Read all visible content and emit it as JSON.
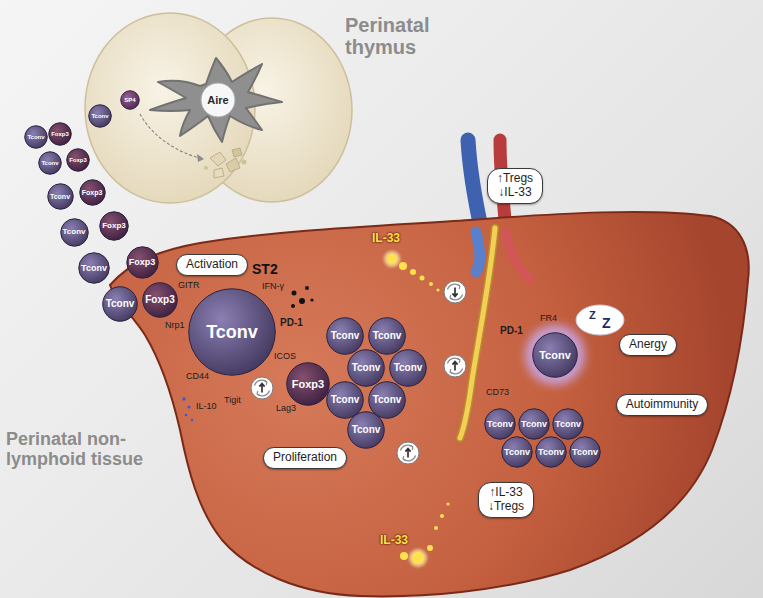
{
  "diagram": {
    "nodes": [
      {
        "text": [
          "Perinatal thymus"
        ]
      },
      {
        "text": [
          "Aire"
        ],
        "in": 0
      },
      {
        "text": [
          "SP4"
        ],
        "in": 0
      },
      {
        "text": [
          "Tconv"
        ],
        "in": 0
      },
      {
        "text": [
          "Tconv"
        ]
      },
      {
        "text": [
          "Foxp3"
        ]
      },
      {
        "text": [
          "Tconv"
        ]
      },
      {
        "text": [
          "Foxp3"
        ]
      },
      {
        "text": [
          "Tconv"
        ]
      },
      {
        "text": [
          "Foxp3"
        ]
      },
      {
        "text": [
          "Tconv"
        ]
      },
      {
        "text": [
          "Foxp3"
        ]
      },
      {
        "text": [
          "Tconv"
        ]
      },
      {
        "text": [
          "Foxp3"
        ]
      },
      {
        "text": [
          "Tconv"
        ]
      },
      {
        "text": [
          "Foxp3"
        ]
      },
      {
        "text": [
          "↑Tregs",
          "↓IL-33"
        ]
      },
      {
        "text": [
          "Perinatal non-lymphoid tissue"
        ]
      },
      {
        "text": [
          "Activation"
        ],
        "in": 17
      },
      {
        "text": [
          "Tconv"
        ],
        "in": 17
      },
      {
        "text": [
          "Foxp3"
        ],
        "in": 17
      },
      {
        "text": [
          "Tconv"
        ],
        "in": 17
      },
      {
        "text": [
          "Tconv"
        ],
        "in": 17
      },
      {
        "text": [
          "Tconv"
        ],
        "in": 17
      },
      {
        "text": [
          "Tconv"
        ],
        "in": 17
      },
      {
        "text": [
          "Tconv"
        ],
        "in": 17
      },
      {
        "text": [
          "Tconv"
        ],
        "in": 17
      },
      {
        "text": [
          "Tconv"
        ],
        "in": 17
      },
      {
        "text": [
          "Proliferation"
        ],
        "in": 17
      },
      {
        "text": [
          "Tconv"
        ],
        "in": 17
      },
      {
        "text": [
          "Anergy"
        ],
        "in": 17
      },
      {
        "text": [
          "Tconv"
        ],
        "in": 17
      },
      {
        "text": [
          "Tconv"
        ],
        "in": 17
      },
      {
        "text": [
          "Tconv"
        ],
        "in": 17
      },
      {
        "text": [
          "Tconv"
        ],
        "in": 17
      },
      {
        "text": [
          "Tconv"
        ],
        "in": 17
      },
      {
        "text": [
          "Tconv"
        ],
        "in": 17
      },
      {
        "text": [
          "Autoimmunity"
        ],
        "in": 17
      },
      {
        "text": [
          "↑IL-33",
          "↓Tregs"
        ],
        "in": 17
      }
    ],
    "labels": [
      "ST2",
      "IFN-γ",
      "GITR",
      "Nrp1",
      "PD-1",
      "CD44",
      "IL-10",
      "Tigit",
      "Lag3",
      "ICOS",
      "IL-33",
      "FR4",
      "PD-1",
      "CD73",
      "Z",
      "Z",
      "IL-33"
    ]
  }
}
